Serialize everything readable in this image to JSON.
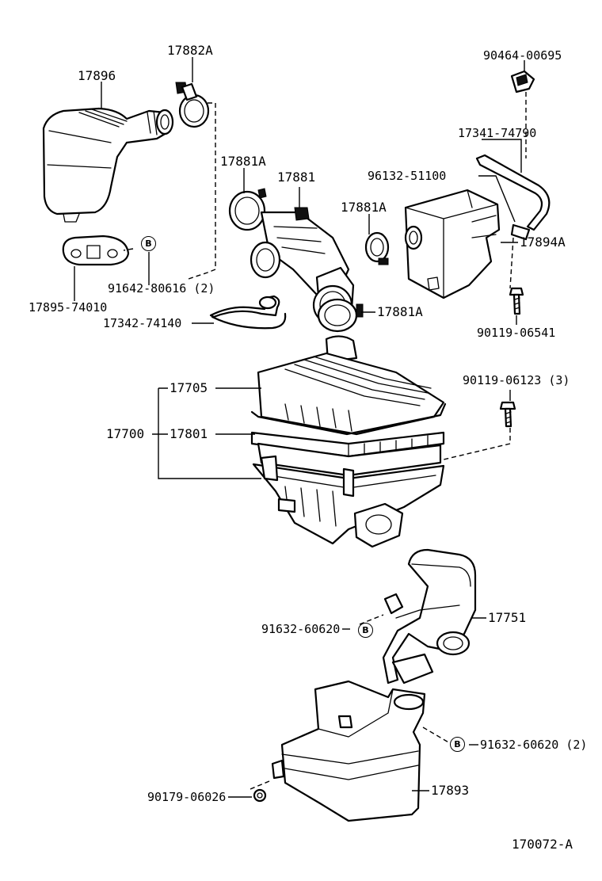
{
  "labels": {
    "p17882A": "17882A",
    "p17896": "17896",
    "p17881A_top": "17881A",
    "p17881": "17881",
    "p17881A_mid": "17881A",
    "p17881A_low": "17881A",
    "p90464": "90464-00695",
    "p17341": "17341-74790",
    "p96132": "96132-51100",
    "p17894A": "17894A",
    "p91642": "91642-80616 (2)",
    "p17895": "17895-74010",
    "p17342": "17342-74140",
    "p90119_06541": "90119-06541",
    "p90119_06123": "90119-06123 (3)",
    "p17705": "17705",
    "p17700": "17700",
    "p17801": "17801",
    "p17751": "17751",
    "p91632_a": "91632-60620",
    "p91632_b": "91632-60620 (2)",
    "p90179": "90179-06026",
    "p17893": "17893",
    "diagram_id": "170072-A"
  },
  "badges": {
    "b1": "B",
    "b2": "B",
    "b3": "B"
  }
}
